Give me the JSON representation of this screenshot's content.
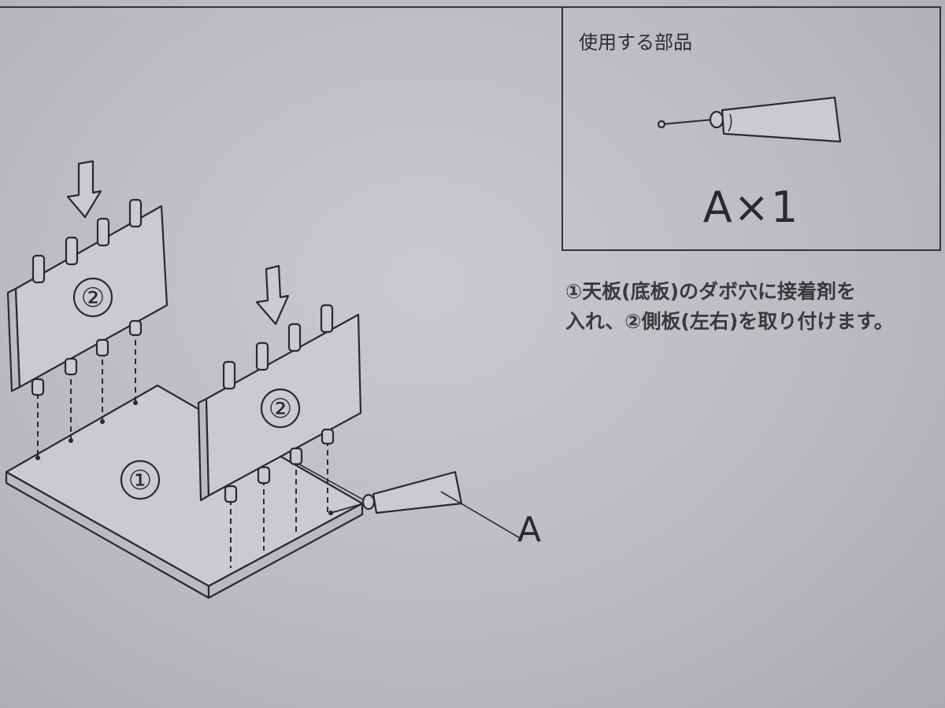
{
  "parts_box": {
    "title": "使用する部品",
    "part_icon": "glue-bottle-icon",
    "quantity": "A×1"
  },
  "instruction": {
    "line1": "①天板(底板)のダボ穴に接着剤を",
    "line2": "入れ、②側板(左右)を取り付けます。"
  },
  "diagram": {
    "base_label": "①",
    "left_panel_label": "②",
    "right_panel_label": "②",
    "glue_label": "A"
  }
}
